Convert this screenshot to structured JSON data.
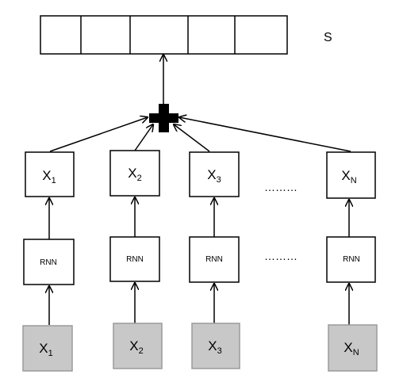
{
  "output": {
    "label": "S",
    "cells": 5
  },
  "hidden_nodes": [
    {
      "base": "X",
      "sub": "1"
    },
    {
      "base": "X",
      "sub": "2"
    },
    {
      "base": "X",
      "sub": "3"
    },
    {
      "base": "X",
      "sub": "N"
    }
  ],
  "rnn_blocks": [
    "RNN",
    "RNN",
    "RNN",
    "RNN"
  ],
  "input_nodes": [
    {
      "base": "X",
      "sub": "1"
    },
    {
      "base": "X",
      "sub": "2"
    },
    {
      "base": "X",
      "sub": "3"
    },
    {
      "base": "X",
      "sub": "N"
    }
  ],
  "ellipsis": "………",
  "colors": {
    "line": "#000000",
    "input_fill": "#c8c8c8",
    "input_stroke": "#999999",
    "box_fill": "#ffffff"
  }
}
